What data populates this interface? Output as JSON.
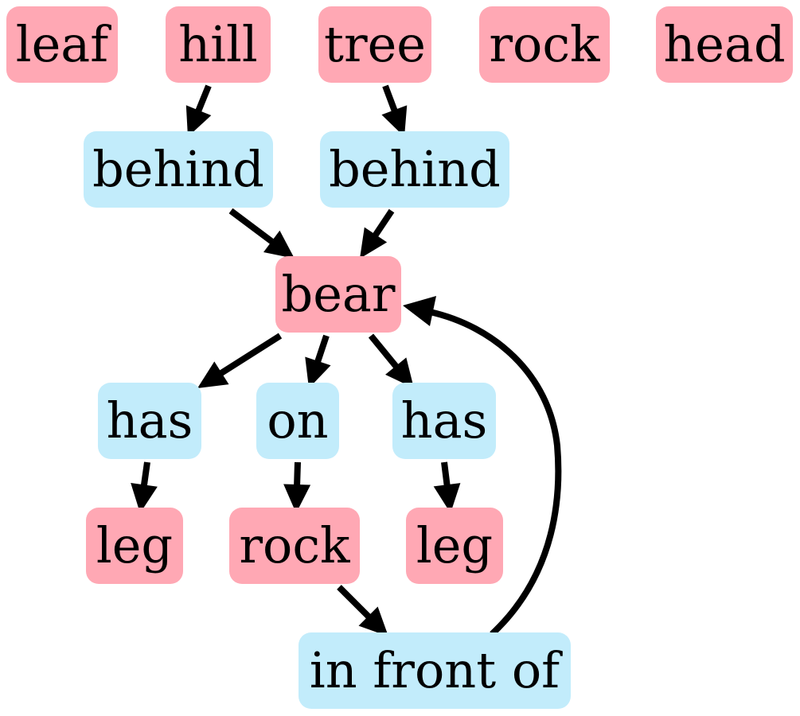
{
  "colors": {
    "object": "#ffa8b4",
    "relation": "#c2ecfb",
    "edge": "#000000"
  },
  "objects": {
    "leaf": "leaf",
    "hill": "hill",
    "tree": "tree",
    "rock_top": "rock",
    "head": "head",
    "bear": "bear",
    "leg_left": "leg",
    "rock_mid": "rock",
    "leg_right": "leg"
  },
  "relations": {
    "behind_hill": "behind",
    "behind_tree": "behind",
    "has_left": "has",
    "on": "on",
    "has_right": "has",
    "in_front_of": "in front of"
  },
  "edges": [
    {
      "from": "hill",
      "to": "behind_hill"
    },
    {
      "from": "tree",
      "to": "behind_tree"
    },
    {
      "from": "behind_hill",
      "to": "bear"
    },
    {
      "from": "behind_tree",
      "to": "bear"
    },
    {
      "from": "bear",
      "to": "has_left"
    },
    {
      "from": "bear",
      "to": "on"
    },
    {
      "from": "bear",
      "to": "has_right"
    },
    {
      "from": "has_left",
      "to": "leg_left"
    },
    {
      "from": "on",
      "to": "rock_mid"
    },
    {
      "from": "has_right",
      "to": "leg_right"
    },
    {
      "from": "rock_mid",
      "to": "in_front_of"
    },
    {
      "from": "in_front_of",
      "to": "bear"
    }
  ]
}
